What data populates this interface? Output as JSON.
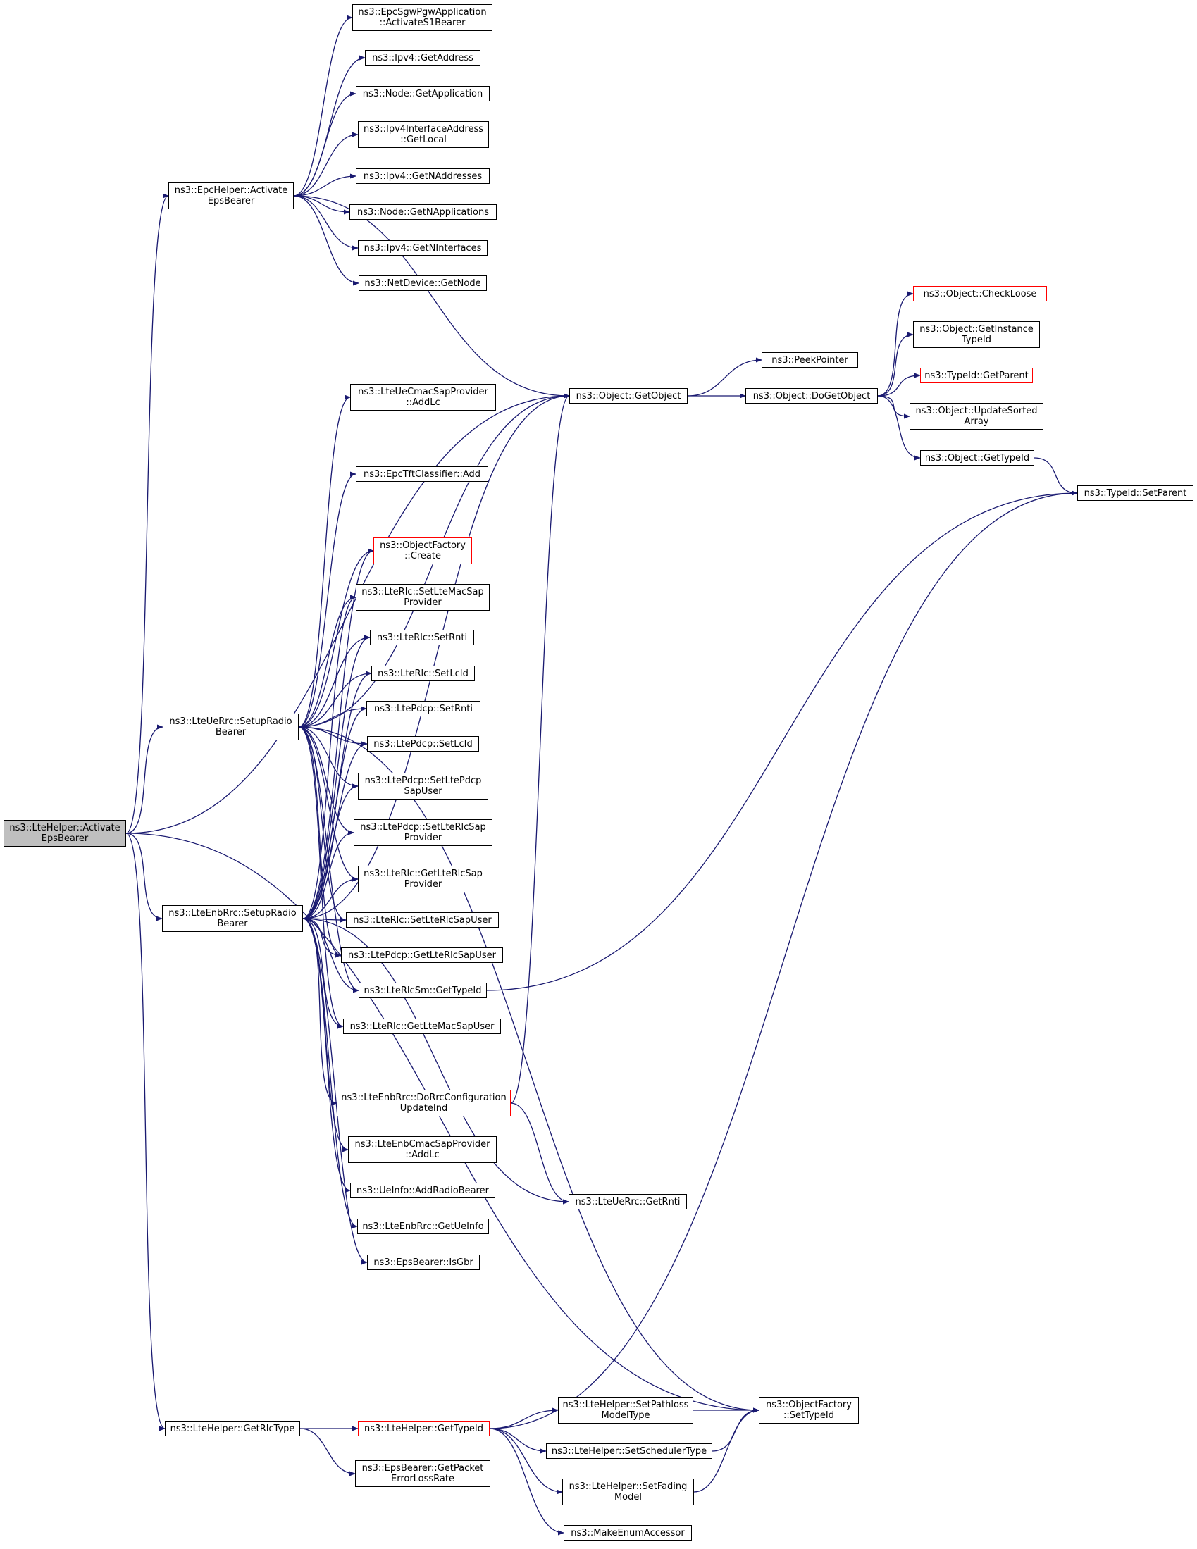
{
  "colors": {
    "edge": "#191970",
    "node_border": "#000000",
    "highlight_border": "#ff0000",
    "root_fill": "#bfbfbf"
  },
  "nodes": [
    {
      "id": "root",
      "lines": [
        "ns3::LteHelper::Activate",
        "EpsBearer"
      ],
      "style": "root"
    },
    {
      "id": "epc_activate",
      "lines": [
        "ns3::EpcHelper::Activate",
        "EpsBearer"
      ]
    },
    {
      "id": "ue_setup",
      "lines": [
        "ns3::LteUeRrc::SetupRadio",
        "Bearer"
      ]
    },
    {
      "id": "enb_setup",
      "lines": [
        "ns3::LteEnbRrc::SetupRadio",
        "Bearer"
      ]
    },
    {
      "id": "get_rlc_type",
      "lines": [
        "ns3::LteHelper::GetRlcType"
      ]
    },
    {
      "id": "sgw_activate",
      "lines": [
        "ns3::EpcSgwPgwApplication",
        "::ActivateS1Bearer"
      ]
    },
    {
      "id": "ipv4_getaddress",
      "lines": [
        "ns3::Ipv4::GetAddress"
      ]
    },
    {
      "id": "node_getapplication",
      "lines": [
        "ns3::Node::GetApplication"
      ]
    },
    {
      "id": "ipv4if_getlocal",
      "lines": [
        "ns3::Ipv4InterfaceAddress",
        "::GetLocal"
      ]
    },
    {
      "id": "ipv4_getnaddresses",
      "lines": [
        "ns3::Ipv4::GetNAddresses"
      ]
    },
    {
      "id": "node_getnapplications",
      "lines": [
        "ns3::Node::GetNApplications"
      ]
    },
    {
      "id": "ipv4_getninterfaces",
      "lines": [
        "ns3::Ipv4::GetNInterfaces"
      ]
    },
    {
      "id": "netdevice_getnode",
      "lines": [
        "ns3::NetDevice::GetNode"
      ]
    },
    {
      "id": "uecmac_addlc",
      "lines": [
        "ns3::LteUeCmacSapProvider",
        "::AddLc"
      ]
    },
    {
      "id": "tft_add",
      "lines": [
        "ns3::EpcTftClassifier::Add"
      ]
    },
    {
      "id": "factory_create",
      "lines": [
        "ns3::ObjectFactory",
        "::Create"
      ],
      "style": "red"
    },
    {
      "id": "rlc_setltemacsapprovider",
      "lines": [
        "ns3::LteRlc::SetLteMacSap",
        "Provider"
      ]
    },
    {
      "id": "rlc_setrnti",
      "lines": [
        "ns3::LteRlc::SetRnti"
      ]
    },
    {
      "id": "rlc_setlcid",
      "lines": [
        "ns3::LteRlc::SetLcId"
      ]
    },
    {
      "id": "pdcp_setrnti",
      "lines": [
        "ns3::LtePdcp::SetRnti"
      ]
    },
    {
      "id": "pdcp_setlcid",
      "lines": [
        "ns3::LtePdcp::SetLcId"
      ]
    },
    {
      "id": "pdcp_setltepdcpsapuser",
      "lines": [
        "ns3::LtePdcp::SetLtePdcp",
        "SapUser"
      ]
    },
    {
      "id": "pdcp_setlterlcsapprovider",
      "lines": [
        "ns3::LtePdcp::SetLteRlcSap",
        "Provider"
      ]
    },
    {
      "id": "rlc_getlterlcsapprovider",
      "lines": [
        "ns3::LteRlc::GetLteRlcSap",
        "Provider"
      ]
    },
    {
      "id": "rlc_setlterlcsapuser",
      "lines": [
        "ns3::LteRlc::SetLteRlcSapUser"
      ]
    },
    {
      "id": "pdcp_getlterlcsapuser",
      "lines": [
        "ns3::LtePdcp::GetLteRlcSapUser"
      ]
    },
    {
      "id": "rlcsm_gettypeid",
      "lines": [
        "ns3::LteRlcSm::GetTypeId"
      ]
    },
    {
      "id": "rlc_getltemacsapuser",
      "lines": [
        "ns3::LteRlc::GetLteMacSapUser"
      ]
    },
    {
      "id": "enb_dorrcconfig",
      "lines": [
        "ns3::LteEnbRrc::DoRrcConfiguration",
        "UpdateInd"
      ],
      "style": "red"
    },
    {
      "id": "enbcmac_addlc",
      "lines": [
        "ns3::LteEnbCmacSapProvider",
        "::AddLc"
      ]
    },
    {
      "id": "ueinfo_addradiobearer",
      "lines": [
        "ns3::UeInfo::AddRadioBearer"
      ]
    },
    {
      "id": "enb_getueinfo",
      "lines": [
        "ns3::LteEnbRrc::GetUeInfo"
      ]
    },
    {
      "id": "epsbearer_isgbr",
      "lines": [
        "ns3::EpsBearer::IsGbr"
      ]
    },
    {
      "id": "object_getobject",
      "lines": [
        "ns3::Object::GetObject"
      ]
    },
    {
      "id": "peekpointer",
      "lines": [
        "ns3::PeekPointer"
      ]
    },
    {
      "id": "object_dogetobject",
      "lines": [
        "ns3::Object::DoGetObject"
      ]
    },
    {
      "id": "object_checkloose",
      "lines": [
        "ns3::Object::CheckLoose"
      ],
      "style": "red"
    },
    {
      "id": "object_getinstancetypeid",
      "lines": [
        "ns3::Object::GetInstance",
        "TypeId"
      ]
    },
    {
      "id": "typeid_getparent",
      "lines": [
        "ns3::TypeId::GetParent"
      ],
      "style": "red"
    },
    {
      "id": "object_updatesortedarray",
      "lines": [
        "ns3::Object::UpdateSorted",
        "Array"
      ]
    },
    {
      "id": "object_gettypeid",
      "lines": [
        "ns3::Object::GetTypeId"
      ]
    },
    {
      "id": "typeid_setparent",
      "lines": [
        "ns3::TypeId::SetParent"
      ]
    },
    {
      "id": "uerrc_getrnti",
      "lines": [
        "ns3::LteUeRrc::GetRnti"
      ]
    },
    {
      "id": "factory_settypeid",
      "lines": [
        "ns3::ObjectFactory",
        "::SetTypeId"
      ]
    },
    {
      "id": "helper_gettypeid",
      "lines": [
        "ns3::LteHelper::GetTypeId"
      ],
      "style": "red"
    },
    {
      "id": "helper_setpathloss",
      "lines": [
        "ns3::LteHelper::SetPathloss",
        "ModelType"
      ]
    },
    {
      "id": "helper_setscheduler",
      "lines": [
        "ns3::LteHelper::SetSchedulerType"
      ]
    },
    {
      "id": "helper_setfading",
      "lines": [
        "ns3::LteHelper::SetFading",
        "Model"
      ]
    },
    {
      "id": "makeenumaccessor",
      "lines": [
        "ns3::MakeEnumAccessor"
      ]
    },
    {
      "id": "epsbearer_getpacketerrorlossrate",
      "lines": [
        "ns3::EpsBearer::GetPacket",
        "ErrorLossRate"
      ]
    }
  ],
  "edges": [
    [
      "root",
      "epc_activate"
    ],
    [
      "root",
      "ue_setup"
    ],
    [
      "root",
      "enb_setup"
    ],
    [
      "root",
      "get_rlc_type"
    ],
    [
      "root",
      "object_getobject"
    ],
    [
      "root",
      "factory_settypeid"
    ],
    [
      "epc_activate",
      "sgw_activate"
    ],
    [
      "epc_activate",
      "ipv4_getaddress"
    ],
    [
      "epc_activate",
      "node_getapplication"
    ],
    [
      "epc_activate",
      "ipv4if_getlocal"
    ],
    [
      "epc_activate",
      "ipv4_getnaddresses"
    ],
    [
      "epc_activate",
      "node_getnapplications"
    ],
    [
      "epc_activate",
      "ipv4_getninterfaces"
    ],
    [
      "epc_activate",
      "netdevice_getnode"
    ],
    [
      "epc_activate",
      "object_getobject"
    ],
    [
      "ue_setup",
      "uecmac_addlc"
    ],
    [
      "ue_setup",
      "tft_add"
    ],
    [
      "ue_setup",
      "factory_create"
    ],
    [
      "ue_setup",
      "rlc_setltemacsapprovider"
    ],
    [
      "ue_setup",
      "rlc_setrnti"
    ],
    [
      "ue_setup",
      "rlc_setlcid"
    ],
    [
      "ue_setup",
      "pdcp_setrnti"
    ],
    [
      "ue_setup",
      "pdcp_setlcid"
    ],
    [
      "ue_setup",
      "pdcp_setltepdcpsapuser"
    ],
    [
      "ue_setup",
      "pdcp_setlterlcsapprovider"
    ],
    [
      "ue_setup",
      "rlc_getlterlcsapprovider"
    ],
    [
      "ue_setup",
      "rlc_setlterlcsapuser"
    ],
    [
      "ue_setup",
      "pdcp_getlterlcsapuser"
    ],
    [
      "ue_setup",
      "rlcsm_gettypeid"
    ],
    [
      "ue_setup",
      "rlc_getltemacsapuser"
    ],
    [
      "ue_setup",
      "object_getobject"
    ],
    [
      "ue_setup",
      "factory_settypeid"
    ],
    [
      "enb_setup",
      "factory_create"
    ],
    [
      "enb_setup",
      "rlc_setltemacsapprovider"
    ],
    [
      "enb_setup",
      "rlc_setrnti"
    ],
    [
      "enb_setup",
      "rlc_setlcid"
    ],
    [
      "enb_setup",
      "pdcp_setrnti"
    ],
    [
      "enb_setup",
      "pdcp_setlcid"
    ],
    [
      "enb_setup",
      "pdcp_setltepdcpsapuser"
    ],
    [
      "enb_setup",
      "pdcp_setlterlcsapprovider"
    ],
    [
      "enb_setup",
      "rlc_getlterlcsapprovider"
    ],
    [
      "enb_setup",
      "rlc_setlterlcsapuser"
    ],
    [
      "enb_setup",
      "pdcp_getlterlcsapuser"
    ],
    [
      "enb_setup",
      "rlcsm_gettypeid"
    ],
    [
      "enb_setup",
      "rlc_getltemacsapuser"
    ],
    [
      "enb_setup",
      "enb_dorrcconfig"
    ],
    [
      "enb_setup",
      "enbcmac_addlc"
    ],
    [
      "enb_setup",
      "ueinfo_addradiobearer"
    ],
    [
      "enb_setup",
      "enb_getueinfo"
    ],
    [
      "enb_setup",
      "epsbearer_isgbr"
    ],
    [
      "enb_setup",
      "object_getobject"
    ],
    [
      "enb_setup",
      "uerrc_getrnti"
    ],
    [
      "enb_dorrcconfig",
      "object_getobject"
    ],
    [
      "enb_dorrcconfig",
      "uerrc_getrnti"
    ],
    [
      "rlcsm_gettypeid",
      "typeid_setparent"
    ],
    [
      "object_getobject",
      "peekpointer"
    ],
    [
      "object_getobject",
      "object_dogetobject"
    ],
    [
      "object_dogetobject",
      "object_checkloose"
    ],
    [
      "object_dogetobject",
      "object_getinstancetypeid"
    ],
    [
      "object_dogetobject",
      "typeid_getparent"
    ],
    [
      "object_dogetobject",
      "object_updatesortedarray"
    ],
    [
      "object_dogetobject",
      "object_gettypeid"
    ],
    [
      "object_gettypeid",
      "typeid_setparent"
    ],
    [
      "get_rlc_type",
      "helper_gettypeid"
    ],
    [
      "get_rlc_type",
      "epsbearer_getpacketerrorlossrate"
    ],
    [
      "helper_gettypeid",
      "typeid_setparent"
    ],
    [
      "helper_gettypeid",
      "helper_setpathloss"
    ],
    [
      "helper_gettypeid",
      "helper_setscheduler"
    ],
    [
      "helper_gettypeid",
      "helper_setfading"
    ],
    [
      "helper_gettypeid",
      "makeenumaccessor"
    ],
    [
      "helper_setpathloss",
      "factory_settypeid"
    ],
    [
      "helper_setscheduler",
      "factory_settypeid"
    ],
    [
      "helper_setfading",
      "factory_settypeid"
    ]
  ]
}
